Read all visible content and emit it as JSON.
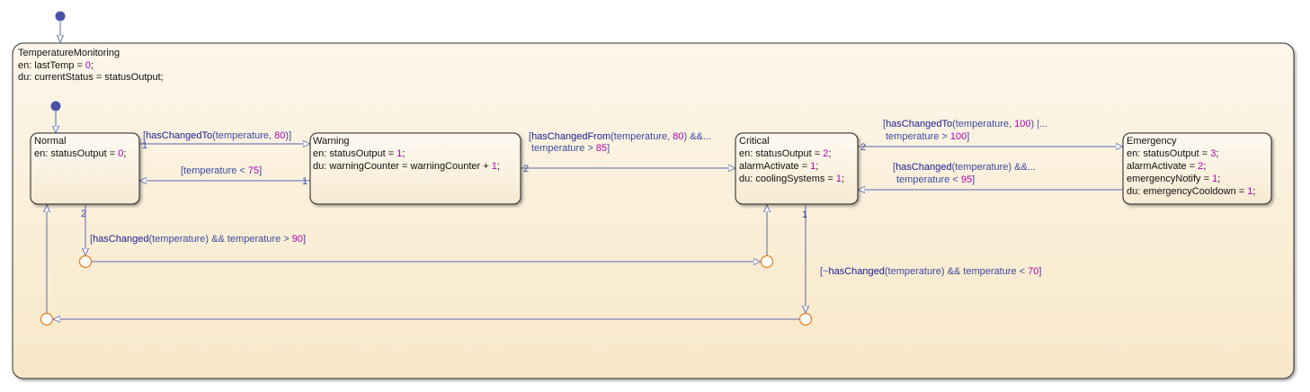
{
  "outer_state": {
    "name": "TemperatureMonitoring",
    "en": [
      "en: lastTemp = ",
      "0",
      ";"
    ],
    "du": "du: currentStatus = statusOutput;"
  },
  "states": {
    "normal": {
      "name": "Normal",
      "en": [
        "en: statusOutput = ",
        "0",
        ";"
      ]
    },
    "warning": {
      "name": "Warning",
      "en": [
        "en: statusOutput = ",
        "1",
        ";"
      ],
      "du": [
        "du: warningCounter = warningCounter + ",
        "1",
        ";"
      ]
    },
    "critical": {
      "name": "Critical",
      "en": [
        "en: statusOutput = ",
        "2",
        ";"
      ],
      "l2": [
        " alarmActivate = ",
        "1",
        ";"
      ],
      "du": [
        "du: coolingSystems = ",
        "1",
        ";"
      ]
    },
    "emergency": {
      "name": "Emergency",
      "en": [
        "en: statusOutput = ",
        "3",
        ";"
      ],
      "l2": [
        " alarmActivate = ",
        "2",
        ";"
      ],
      "l3": [
        " emergencyNotify = ",
        "1",
        ";"
      ],
      "du": [
        "du: emergencyCooldown = ",
        "1",
        ";"
      ]
    }
  },
  "transitions": {
    "normal_to_warning": {
      "order": "1",
      "label": [
        "[",
        "hasChangedTo",
        "(temperature, ",
        "80",
        ")]"
      ]
    },
    "warning_to_normal": {
      "order": "1",
      "label": [
        "[temperature < ",
        "75",
        "]"
      ]
    },
    "warning_to_critical": {
      "order": "2",
      "line1": [
        "[",
        "hasChangedFrom",
        "(temperature, ",
        "80",
        ") &&..."
      ],
      "line2": [
        "temperature > ",
        "85",
        "]"
      ]
    },
    "critical_to_emergency": {
      "order": "2",
      "line1": [
        "[",
        "hasChangedTo",
        "(temperature, ",
        "100",
        ") |..."
      ],
      "line2": [
        "temperature > ",
        "100",
        "]"
      ]
    },
    "emergency_to_critical": {
      "line1": [
        "[",
        "hasChanged",
        "(temperature) &&..."
      ],
      "line2": [
        "temperature < ",
        "95",
        "]"
      ]
    },
    "normal_to_junction": {
      "order": "2",
      "label": [
        "[",
        "hasChanged",
        "(temperature) && temperature > ",
        "90",
        "]"
      ]
    },
    "critical_to_junction": {
      "order": "1",
      "label": [
        "[~",
        "hasChanged",
        "(temperature) && temperature < ",
        "70",
        "]"
      ]
    }
  },
  "colors": {
    "chart_fill": "#fcf1dd",
    "state_fill": "#fdf5e8",
    "connector": "#e87a1a",
    "default_dot": "#4a52a8",
    "line": "#5868b0",
    "number": "#b000b0",
    "function": "#1a1a8c",
    "label": "#3a4aa0"
  }
}
